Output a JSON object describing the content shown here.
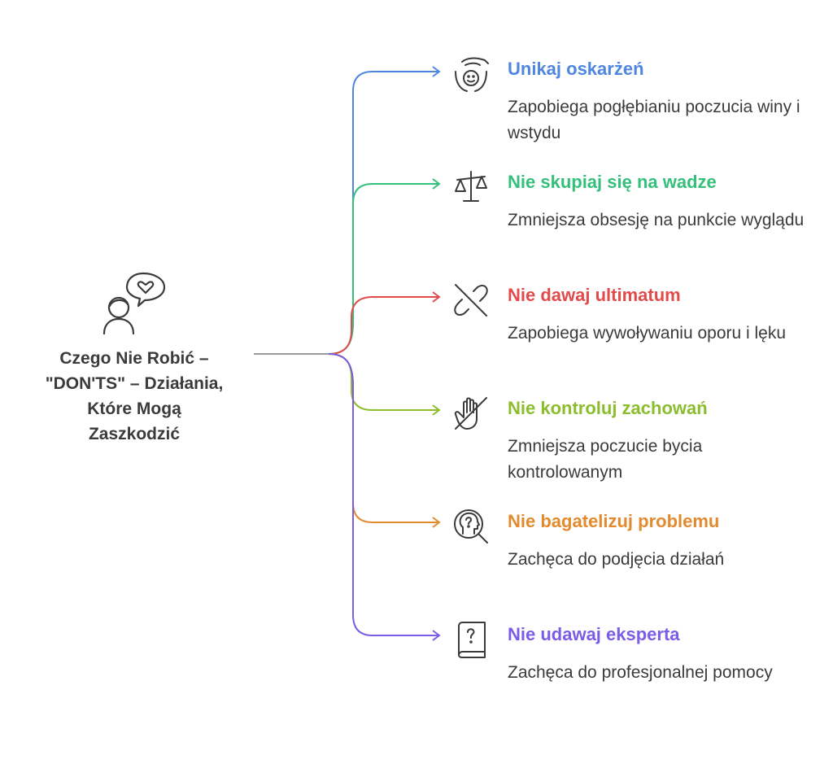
{
  "root": {
    "title_lines": [
      "Czego Nie Robić –",
      "\"DON'TS\" – Działania,",
      "Które Mogą",
      "Zaszkodzić"
    ],
    "icon": "person-speech-heart-icon"
  },
  "items": [
    {
      "title": "Unikaj oskarżeń",
      "description": "Zapobiega pogłębianiu poczucia winy i wstydu",
      "color": "#4e86e0",
      "icon": "caring-hand-child-icon"
    },
    {
      "title": "Nie skupiaj się na wadze",
      "description": "Zmniejsza obsesję na punkcie wyglądu",
      "color": "#34c07a",
      "icon": "balance-scale-icon"
    },
    {
      "title": "Nie dawaj ultimatum",
      "description": "Zapobiega wywoływaniu oporu i lęku",
      "color": "#e24b4b",
      "icon": "broken-link-icon"
    },
    {
      "title": "Nie kontroluj zachowań",
      "description": "Zmniejsza poczucie bycia kontrolowanym",
      "color": "#8bbd2d",
      "icon": "hand-off-icon"
    },
    {
      "title": "Nie bagatelizuj problemu",
      "description": "Zachęca do podjęcia działań",
      "color": "#e38a2e",
      "icon": "head-question-search-icon"
    },
    {
      "title": "Nie udawaj eksperta",
      "description": "Zachęca do profesjonalnej pomocy",
      "color": "#7a5ce6",
      "icon": "question-book-icon"
    }
  ]
}
